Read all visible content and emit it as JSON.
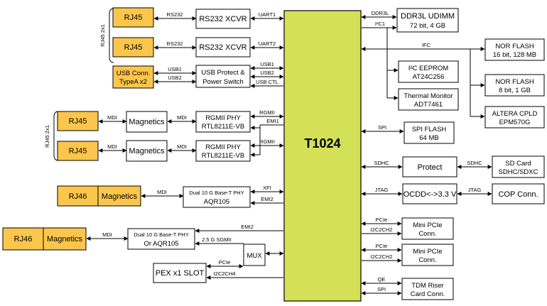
{
  "soc": {
    "label": "T1024"
  },
  "left": {
    "rj45_a": "RJ45",
    "rj45_b": "RJ45",
    "rj45_group_1": "RJ45 2x1",
    "rs232_a": "RS232",
    "rs232_b": "RS232",
    "xcvr_a": "RS232 XCVR",
    "xcvr_b": "RS232 XCVR",
    "uart1": "UART1",
    "uart2": "UART2",
    "usb_conn_l1": "USB Conn.",
    "usb_conn_l2": "TypeA x2",
    "usb1_left": "USB1",
    "usb2_left": "USB2",
    "usb_switch_l1": "USB Protect &",
    "usb_switch_l2": "Power Switch",
    "usb1_right": "USB1",
    "usb2_right": "USB2",
    "usb_ctl": "USB CTL",
    "rj45_c": "RJ45",
    "rj45_d": "RJ45",
    "rj45_group_2": "RJ45 2x1",
    "mdi_1": "MDI",
    "mdi_2": "MDI",
    "mdi_3": "MDI",
    "mdi_4": "MDI",
    "magnetics_1": "Magnetics",
    "magnetics_2": "Magnetics",
    "phy1_l1": "RGMII PHY",
    "phy1_l2": "RTL8211E-VB",
    "phy2_l1": "RGMII PHY",
    "phy2_l2": "RTL8211E-VB",
    "rgmii_1": "RGMII",
    "emi1": "EMI1",
    "rgmii_2": "RGMII",
    "rj46_a": "RJ46",
    "magnetics_3": "Magnetics",
    "mdi_5": "MDI",
    "phy10g_a_l1": "Dual 10 G Base-T PHY",
    "phy10g_a_l2": "AQR105",
    "xfi": "XFI",
    "emi2_a": "EMI2",
    "rj46_b": "RJ46",
    "magnetics_4": "Magnetics",
    "mdi_6": "MDI",
    "phy10g_b_l1": "Dual 10 G Base-T PHY",
    "phy10g_b_l2": "Or AQR105",
    "emi2_b": "EMI2",
    "sgmii": "2.5 G SGMII",
    "mux": "MUX",
    "pex_slot": "PEX x1 SLOT",
    "pcie_left": "PCIe",
    "i2c2ch4": "I2C2CH4"
  },
  "right": {
    "ddr3l": "DDR3L",
    "i2c1": "I²C1",
    "ddr_l1": "DDR3L UDIMM",
    "ddr_l2": "72 bit, 4 GB",
    "ifc": "IFC",
    "nor1_l1": "NOR FLASH",
    "nor1_l2": "16 bit, 128 MB",
    "nor2_l1": "NOR FLASH",
    "nor2_l2": "8 bit, 1 GB",
    "cpld_l1": "ALTERA CPLD",
    "cpld_l2": "EPM570G",
    "eeprom_l1": "I²C EEPROM",
    "eeprom_l2": "AT24C256",
    "thermal_l1": "Thermal Monitor",
    "thermal_l2": "ADT7461",
    "spi": "SPI",
    "spi_flash_l1": "SPI FLASH",
    "spi_flash_l2": "64 MB",
    "sdhc_a": "SDHC",
    "protect": "Protect",
    "sdhc_b": "SDHC",
    "sd_l1": "SD Card",
    "sd_l2": "SDHC/SDXC",
    "jtag_a": "JTAG",
    "ocdd": "OCDD<->3.3 V",
    "jtag_b": "JTAG",
    "cop": "COP Conn.",
    "pcie_1": "PCIe",
    "i2c2ch2_1": "I2C2CH2",
    "minipcie1_l1": "Mini PCIe",
    "minipcie1_l2": "Conn.",
    "pcie_2": "PCIe",
    "i2c2ch2_2": "I2C2CH2",
    "minipcie2_l1": "Mini PCIe",
    "minipcie2_l2": "Conn.",
    "qe": "QE",
    "spi_2": "SPI",
    "tdm_l1": "TDM Riser",
    "tdm_l2": "Card Conn."
  }
}
